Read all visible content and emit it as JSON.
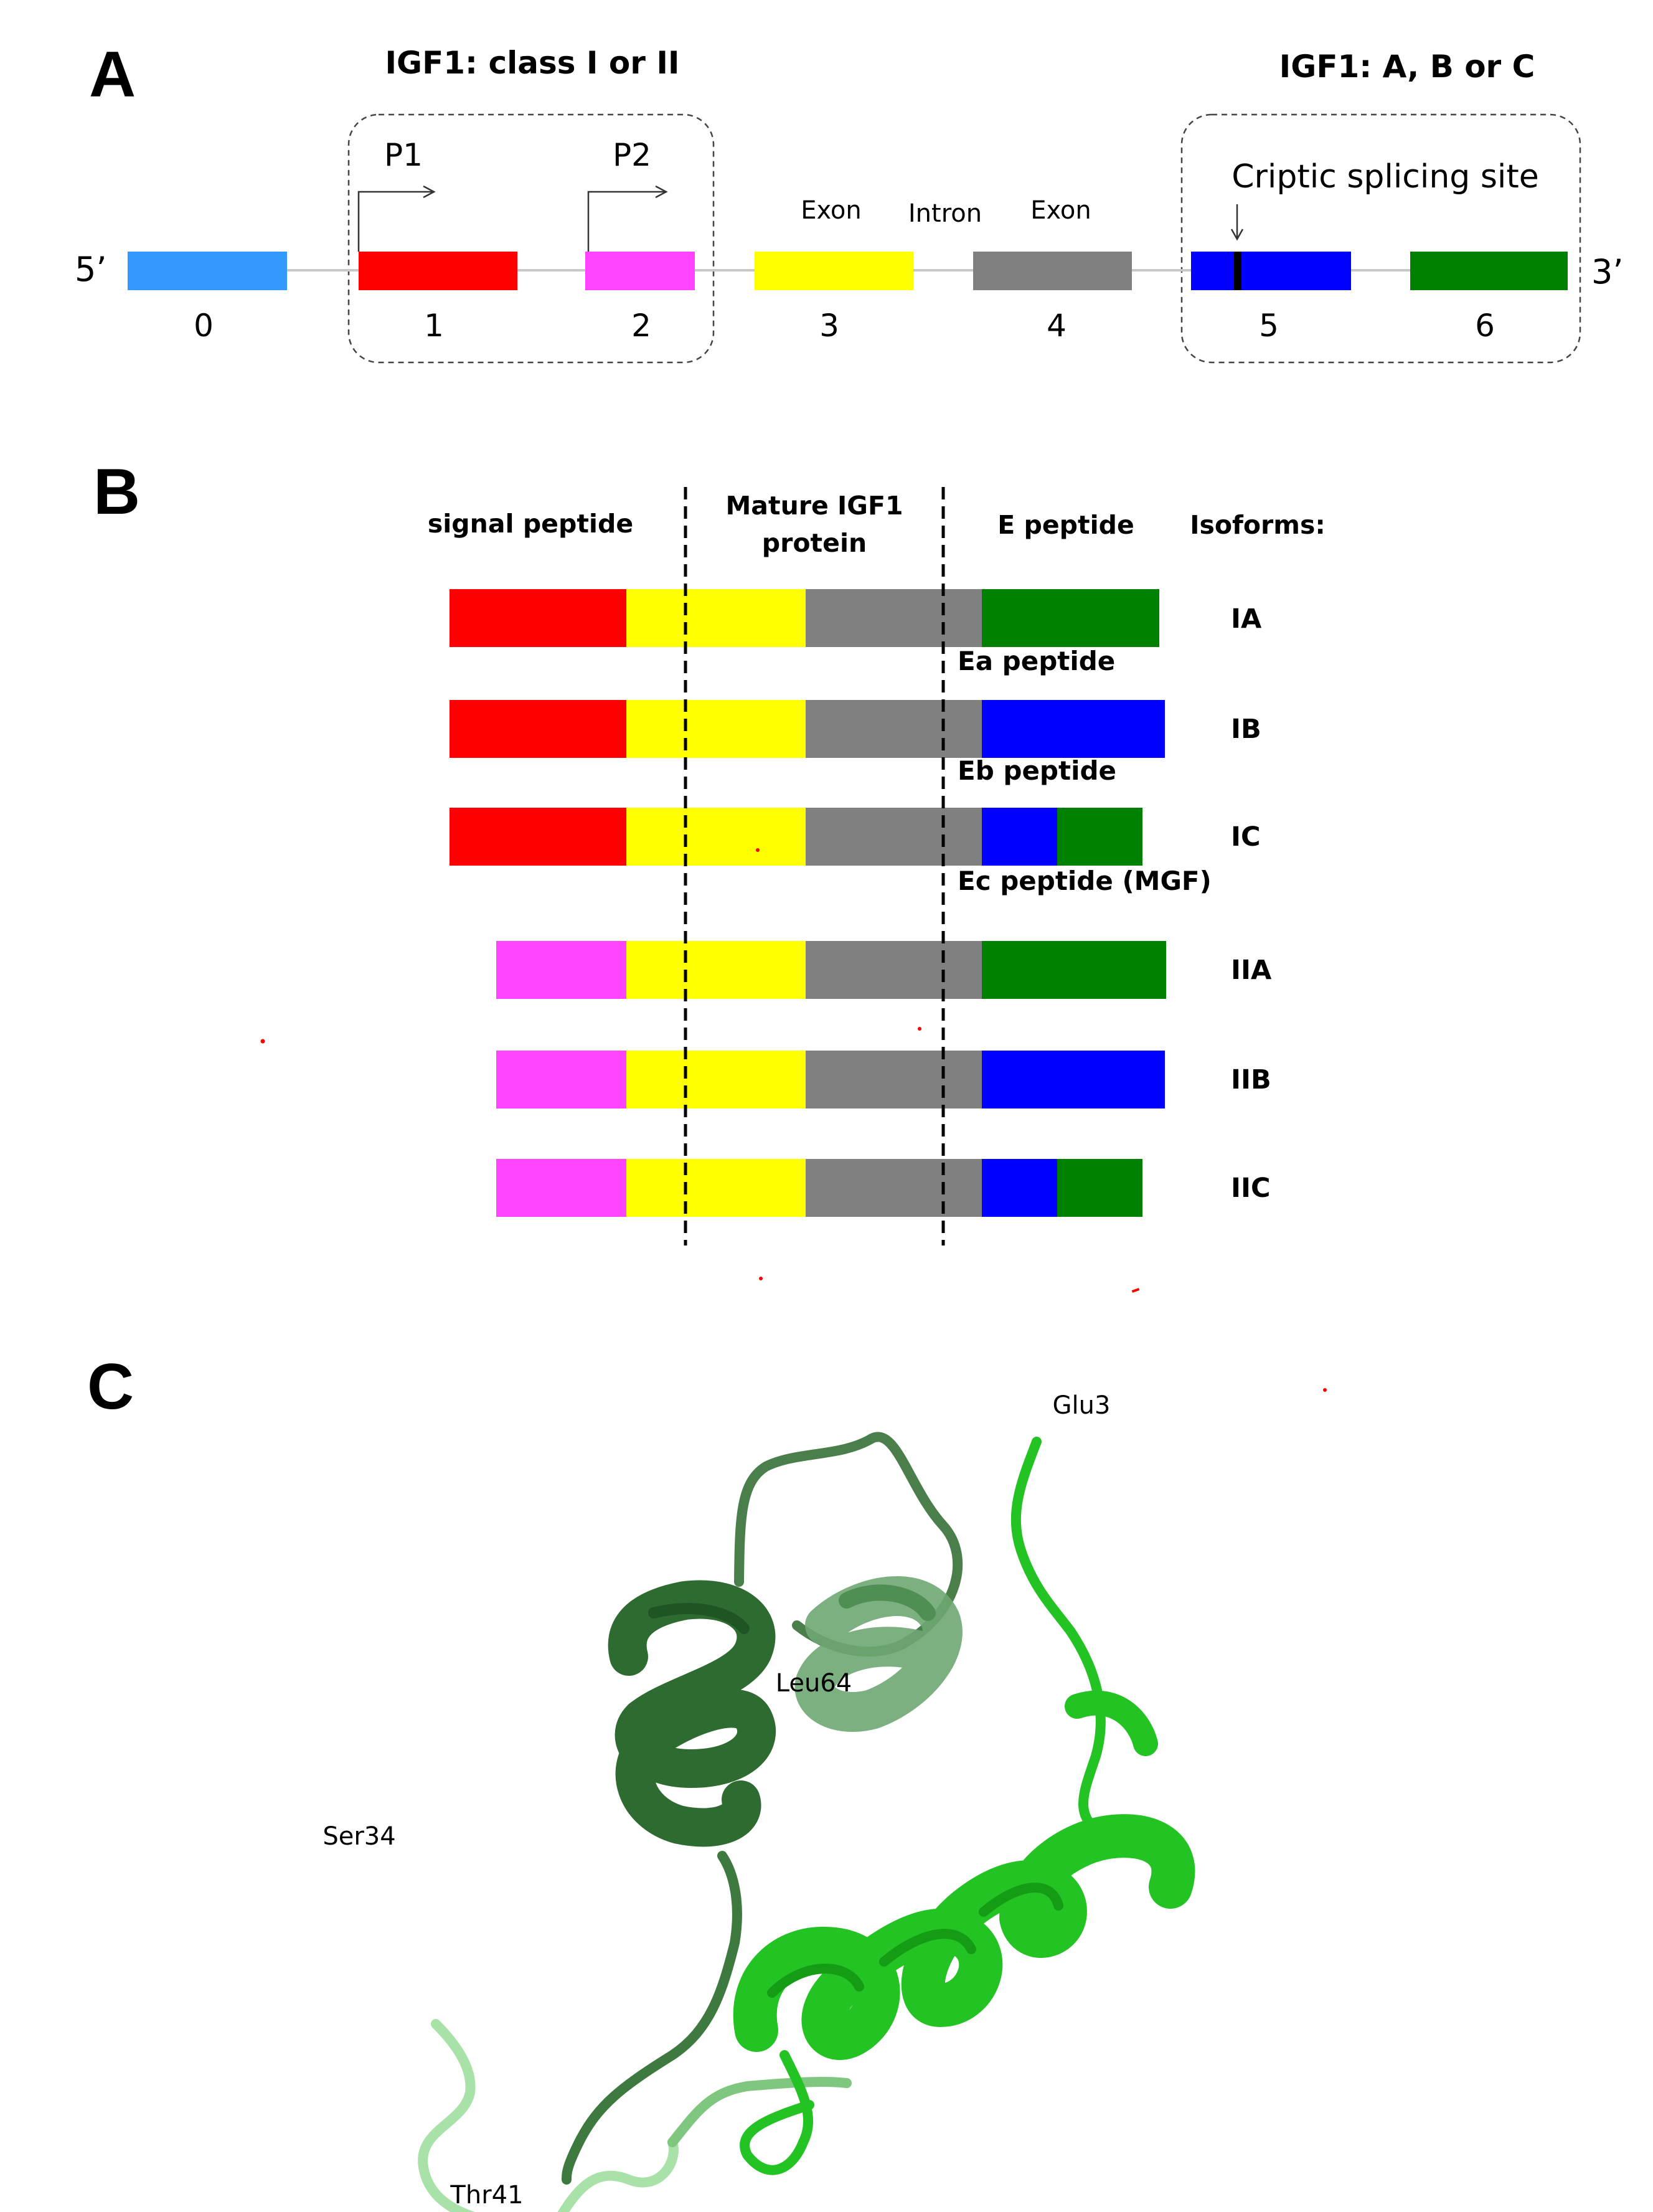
{
  "colors": {
    "exon0": "#3399ff",
    "exon1": "#ff0000",
    "exon2": "#ff44ff",
    "exon3": "#ffff00",
    "exon4": "#808080",
    "exon5": "#0000ff",
    "exon6": "#008000",
    "cryptic_mark": "#000000",
    "helix_dark": "#2f6e32",
    "helix_mid": "#4e9a52",
    "helix_bright": "#22c322",
    "tail_light": "#a8e2a8"
  },
  "panelA": {
    "letter": "A",
    "title_left": "IGF1: class I or II",
    "title_right": "IGF1: A, B or C",
    "five_prime": "5’",
    "three_prime": "3’",
    "promoters": [
      "P1",
      "P2"
    ],
    "exon_label_left": "Exon",
    "intron_label": "Intron",
    "exon_label_right": "Exon",
    "cryptic_label": "Criptic splicing site",
    "exon_numbers": [
      "0",
      "1",
      "2",
      "3",
      "4",
      "5",
      "6"
    ]
  },
  "panelB": {
    "letter": "B",
    "col_signal": "signal peptide",
    "col_mature_line1": "Mature IGF1",
    "col_mature_line2": "protein",
    "col_e": "E peptide",
    "col_isoforms": "Isoforms:",
    "isoforms": [
      "IA",
      "IB",
      "IC",
      "IIA",
      "IIB",
      "IIC"
    ],
    "peptides": [
      "Ea peptide",
      "Eb peptide",
      "Ec peptide (MGF)"
    ]
  },
  "panelC": {
    "letter": "C",
    "residues": [
      "Glu3",
      "Leu64",
      "Ser34",
      "Thr41"
    ]
  }
}
